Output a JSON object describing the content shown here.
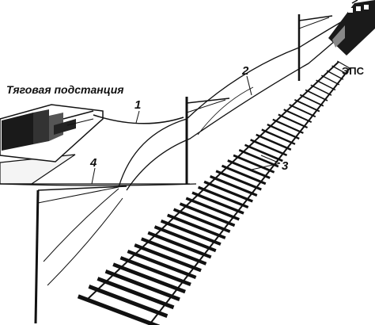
{
  "diagram": {
    "labels": {
      "substation": "Тяговая подстанция",
      "train": "ЭПС",
      "feeder": "1",
      "contact_wire": "2",
      "rails": "3",
      "return_feeder": "4"
    },
    "icons": [
      "substation-building-icon",
      "electric-train-icon",
      "catenary-mast-icon",
      "rail-track-icon"
    ]
  }
}
